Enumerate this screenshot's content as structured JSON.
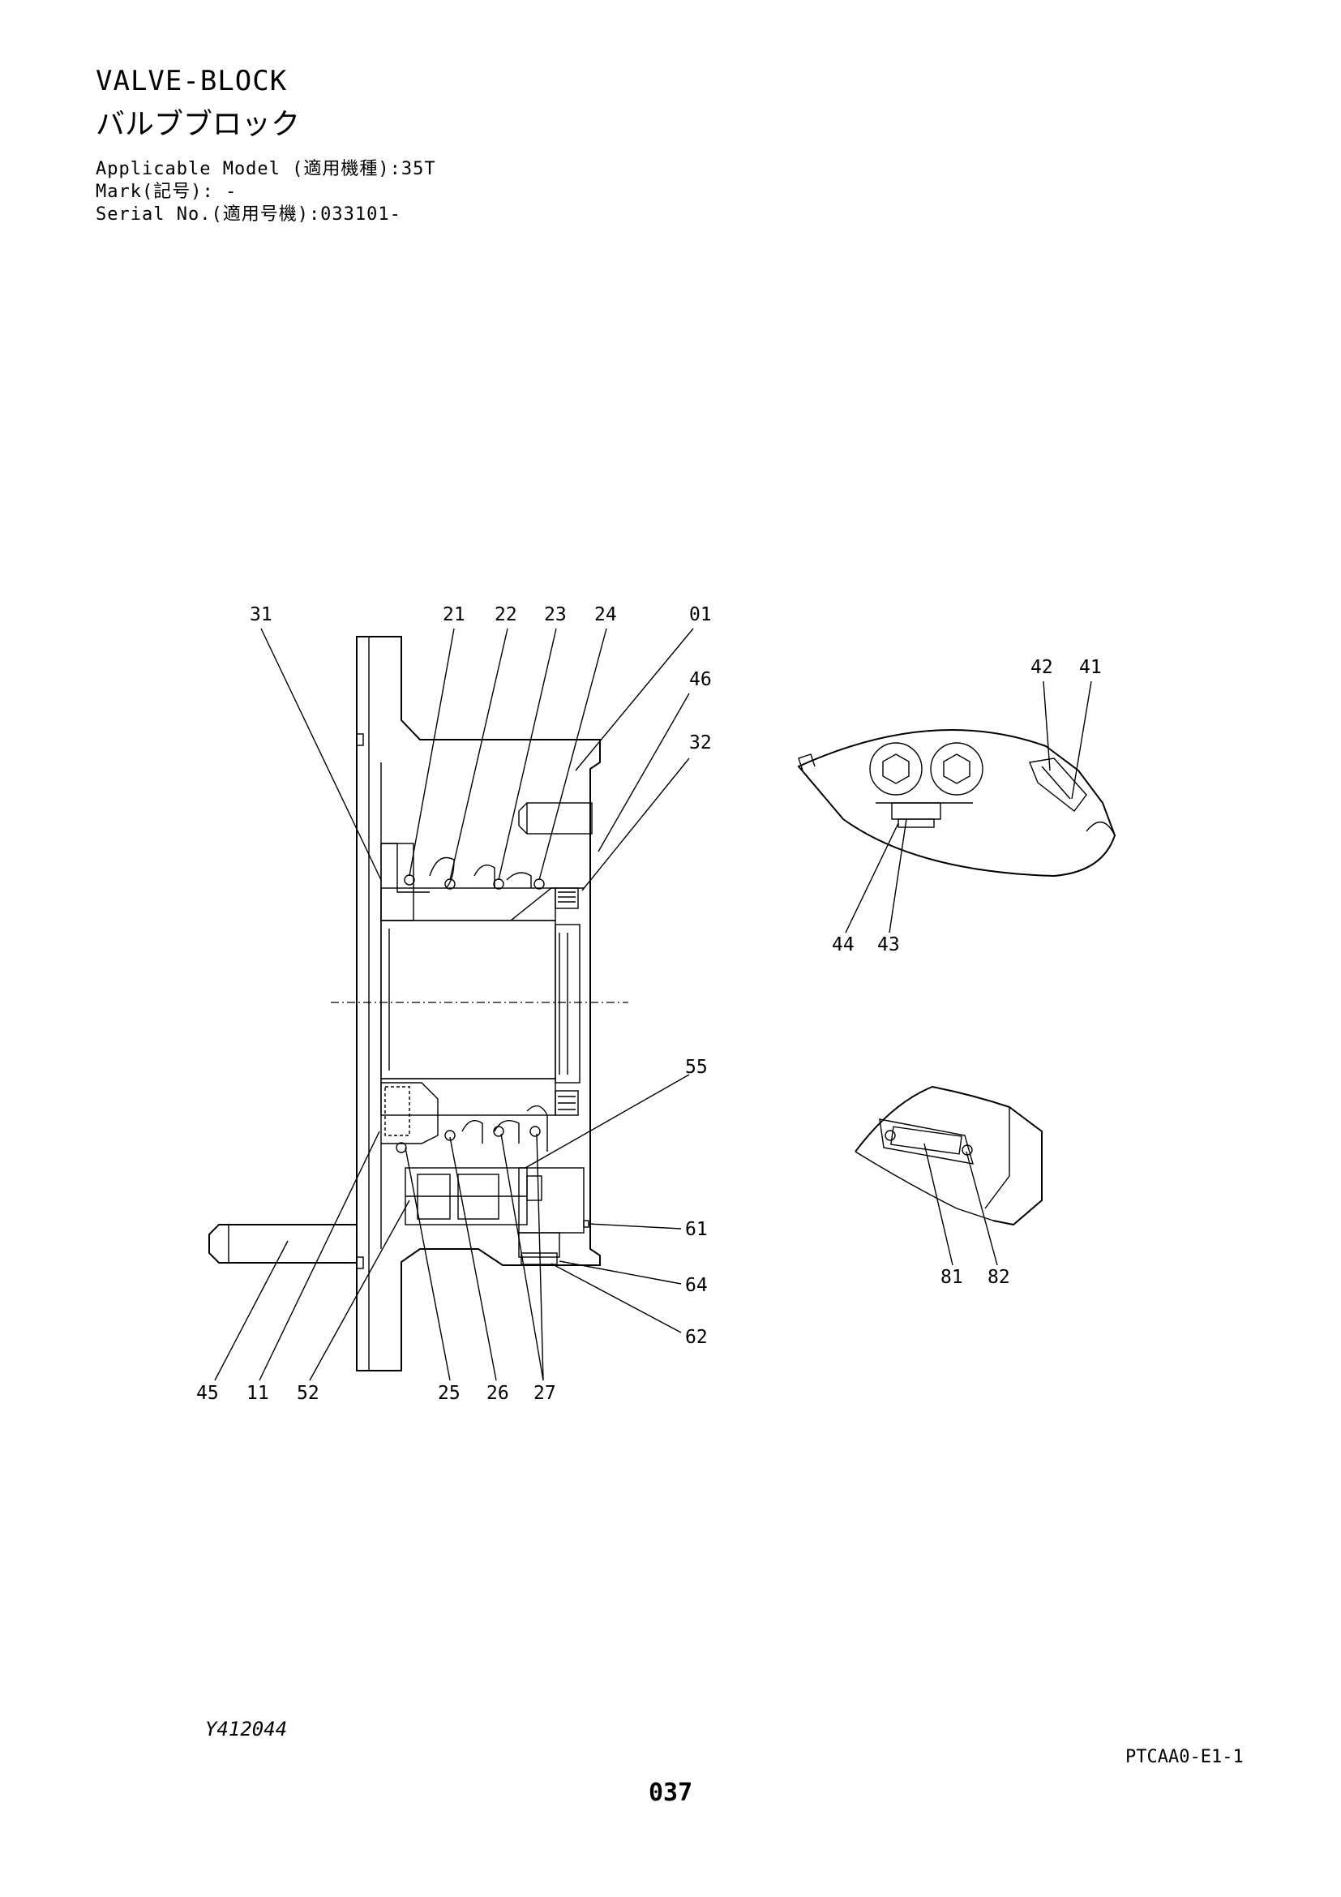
{
  "header": {
    "title": "VALVE-BLOCK",
    "subtitle": "バルブブロック",
    "applicable_model": "Applicable Model (適用機種):35T",
    "mark": "Mark(記号): -",
    "serial_no": "Serial No.(適用号機):033101-"
  },
  "callouts": {
    "main": [
      "31",
      "21",
      "22",
      "23",
      "24",
      "01",
      "46",
      "32",
      "55",
      "61",
      "64",
      "62",
      "45",
      "11",
      "52",
      "25",
      "26",
      "27"
    ],
    "top_detail": [
      "42",
      "41",
      "44",
      "43"
    ],
    "bottom_detail": [
      "81",
      "82"
    ]
  },
  "footer": {
    "figure_code": "Y412044",
    "doc_code": "PTCAA0-E1-1",
    "page_number": "037"
  }
}
